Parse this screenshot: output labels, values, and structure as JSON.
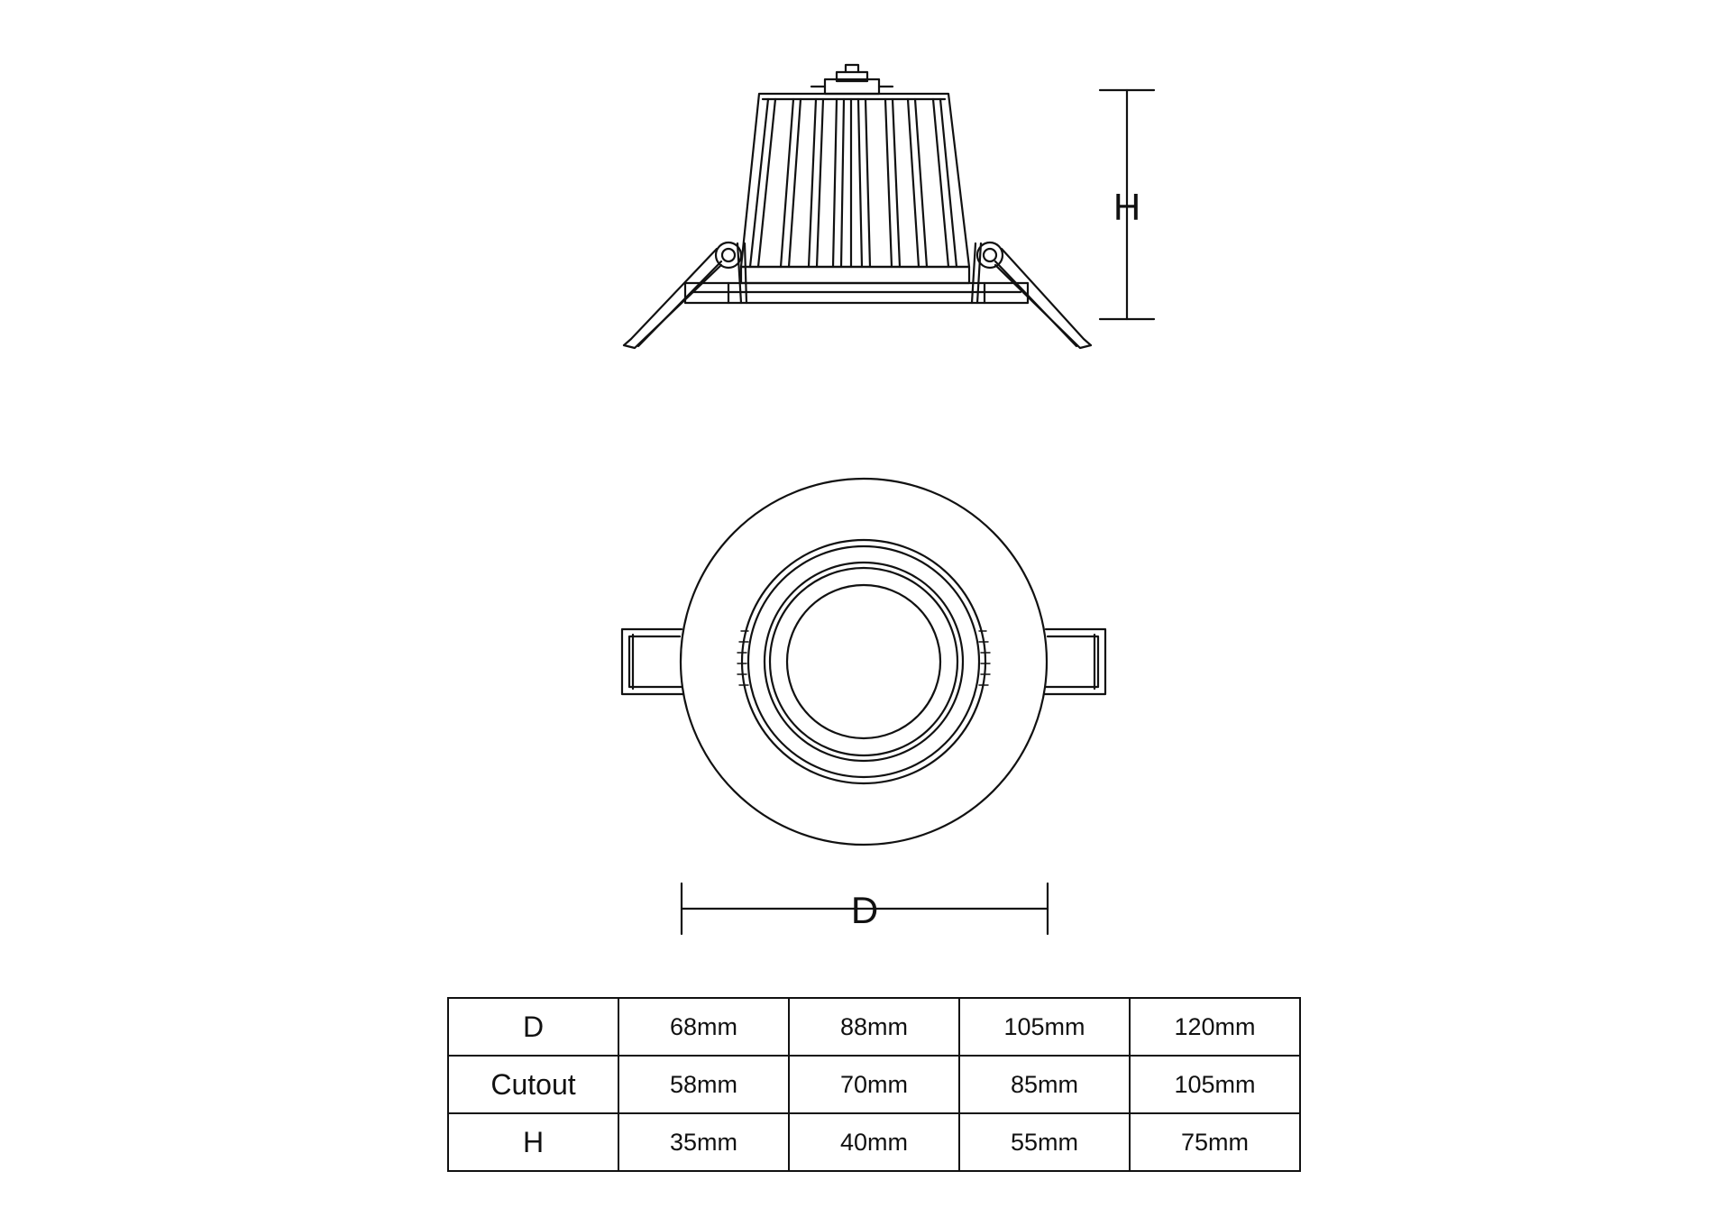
{
  "labels": {
    "height": "H",
    "diameter": "D"
  },
  "table": {
    "rows": [
      {
        "label": "D",
        "values": [
          "68mm",
          "88mm",
          "105mm",
          "120mm"
        ]
      },
      {
        "label": "Cutout",
        "values": [
          "58mm",
          "70mm",
          "85mm",
          "105mm"
        ]
      },
      {
        "label": "H",
        "values": [
          "35mm",
          "40mm",
          "55mm",
          "75mm"
        ]
      }
    ]
  }
}
